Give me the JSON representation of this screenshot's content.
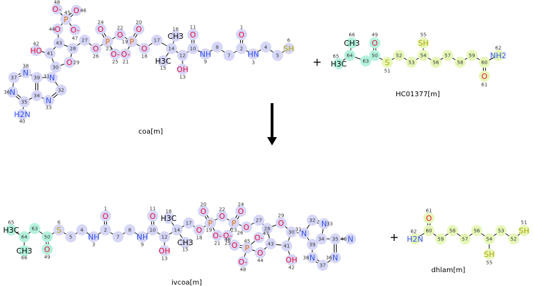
{
  "reaction": {
    "plus_symbol": "+",
    "arrow_icon": "down-arrow",
    "colors": {
      "coa_group": "#d6d6f7",
      "isovaleryl_group": "#b4f2de",
      "lipoyl_group": "#e6f7b8",
      "O": "#e8103c",
      "N": "#3050f0",
      "P": "#e07010",
      "S": "#b0a800",
      "C": "#000000",
      "bond": "#000000"
    },
    "molecules": [
      {
        "id": "coa",
        "name": "coa[m]",
        "atoms": [
          {
            "n": "1",
            "label": "O",
            "group": "coa_group"
          },
          {
            "n": "2",
            "label": "",
            "group": "coa_group"
          },
          {
            "n": "3",
            "label": "HN",
            "group": "coa_group"
          },
          {
            "n": "4",
            "label": "",
            "group": "coa_group"
          },
          {
            "n": "5",
            "label": "",
            "group": "coa_group"
          },
          {
            "n": "6",
            "label": "SH",
            "group": "coa_group"
          },
          {
            "n": "7",
            "label": "",
            "group": "coa_group"
          },
          {
            "n": "8",
            "label": "",
            "group": "coa_group"
          },
          {
            "n": "9",
            "label": "NH",
            "group": "coa_group"
          },
          {
            "n": "10",
            "label": "",
            "group": "coa_group"
          },
          {
            "n": "11",
            "label": "O",
            "group": "coa_group"
          },
          {
            "n": "12",
            "label": "",
            "group": "coa_group"
          },
          {
            "n": "13",
            "label": "OH",
            "group": "coa_group"
          },
          {
            "n": "14",
            "label": "",
            "group": "coa_group"
          },
          {
            "n": "15",
            "label": "H3C",
            "group": "coa_group"
          },
          {
            "n": "16",
            "label": "CH3",
            "group": "coa_group"
          },
          {
            "n": "17",
            "label": "",
            "group": "coa_group"
          },
          {
            "n": "18",
            "label": "O",
            "group": "coa_group"
          },
          {
            "n": "19",
            "label": "P",
            "group": "coa_group"
          },
          {
            "n": "20",
            "label": "O",
            "group": "coa_group"
          },
          {
            "n": "21",
            "label": "O-",
            "group": "coa_group"
          },
          {
            "n": "22",
            "label": "O",
            "group": "coa_group"
          },
          {
            "n": "23",
            "label": "P",
            "group": "coa_group"
          },
          {
            "n": "24",
            "label": "O",
            "group": "coa_group"
          },
          {
            "n": "25",
            "label": "O-",
            "group": "coa_group"
          },
          {
            "n": "26",
            "label": "O",
            "group": "coa_group"
          },
          {
            "n": "27",
            "label": "",
            "group": "coa_group"
          },
          {
            "n": "28",
            "label": "",
            "group": "coa_group"
          },
          {
            "n": "29",
            "label": "O",
            "group": "coa_group"
          },
          {
            "n": "30",
            "label": "",
            "group": "coa_group"
          },
          {
            "n": "31",
            "label": "N",
            "group": "coa_group"
          },
          {
            "n": "32",
            "label": "",
            "group": "coa_group"
          },
          {
            "n": "33",
            "label": "N",
            "group": "coa_group"
          },
          {
            "n": "34",
            "label": "",
            "group": "coa_group"
          },
          {
            "n": "35",
            "label": "",
            "group": "coa_group"
          },
          {
            "n": "36",
            "label": "N",
            "group": "coa_group"
          },
          {
            "n": "37",
            "label": "",
            "group": "coa_group"
          },
          {
            "n": "38",
            "label": "N",
            "group": "coa_group"
          },
          {
            "n": "39",
            "label": "",
            "group": "coa_group"
          },
          {
            "n": "40",
            "label": "H2N",
            "group": "coa_group"
          },
          {
            "n": "41",
            "label": "",
            "group": "coa_group"
          },
          {
            "n": "42",
            "label": "HO",
            "group": "coa_group"
          },
          {
            "n": "43",
            "label": "",
            "group": "coa_group"
          },
          {
            "n": "44",
            "label": "O",
            "group": "coa_group"
          },
          {
            "n": "45",
            "label": "P",
            "group": "coa_group"
          },
          {
            "n": "46",
            "label": "O",
            "group": "coa_group"
          },
          {
            "n": "47",
            "label": "O-",
            "group": "coa_group"
          },
          {
            "n": "48",
            "label": "O-",
            "group": "coa_group"
          }
        ]
      },
      {
        "id": "hc01377",
        "name": "HC01377[m]",
        "atoms": [
          {
            "n": "65",
            "label": "H3C",
            "group": "isovaleryl_group"
          },
          {
            "n": "64",
            "label": "",
            "group": "isovaleryl_group"
          },
          {
            "n": "66",
            "label": "CH3",
            "group": "isovaleryl_group"
          },
          {
            "n": "63",
            "label": "",
            "group": "isovaleryl_group"
          },
          {
            "n": "50",
            "label": "",
            "group": "isovaleryl_group"
          },
          {
            "n": "49",
            "label": "O",
            "group": "isovaleryl_group"
          },
          {
            "n": "51",
            "label": "S",
            "group": "lipoyl_group"
          },
          {
            "n": "52",
            "label": "",
            "group": "lipoyl_group"
          },
          {
            "n": "53",
            "label": "",
            "group": "lipoyl_group"
          },
          {
            "n": "54",
            "label": "",
            "group": "lipoyl_group"
          },
          {
            "n": "55",
            "label": "SH",
            "group": "lipoyl_group"
          },
          {
            "n": "56",
            "label": "",
            "group": "lipoyl_group"
          },
          {
            "n": "57",
            "label": "",
            "group": "lipoyl_group"
          },
          {
            "n": "58",
            "label": "",
            "group": "lipoyl_group"
          },
          {
            "n": "59",
            "label": "",
            "group": "lipoyl_group"
          },
          {
            "n": "60",
            "label": "",
            "group": "lipoyl_group"
          },
          {
            "n": "61",
            "label": "O",
            "group": "lipoyl_group"
          },
          {
            "n": "62",
            "label": "NH2",
            "group": "lipoyl_group"
          }
        ]
      },
      {
        "id": "ivcoa",
        "name": "ivcoa[m]",
        "atoms": [
          {
            "n": "65",
            "label": "H3C",
            "group": "isovaleryl_group"
          },
          {
            "n": "64",
            "label": "",
            "group": "isovaleryl_group"
          },
          {
            "n": "63",
            "label": "",
            "group": "isovaleryl_group"
          },
          {
            "n": "66",
            "label": "CH3",
            "group": "isovaleryl_group"
          },
          {
            "n": "50",
            "label": "",
            "group": "isovaleryl_group"
          },
          {
            "n": "49",
            "label": "O",
            "group": "isovaleryl_group"
          },
          {
            "n": "6",
            "label": "S",
            "group": "coa_group"
          },
          {
            "n": "5",
            "label": "",
            "group": "coa_group"
          },
          {
            "n": "4",
            "label": "",
            "group": "coa_group"
          },
          {
            "n": "3",
            "label": "NH",
            "group": "coa_group"
          },
          {
            "n": "2",
            "label": "",
            "group": "coa_group"
          },
          {
            "n": "1",
            "label": "O",
            "group": "coa_group"
          },
          {
            "n": "7",
            "label": "",
            "group": "coa_group"
          },
          {
            "n": "8",
            "label": "",
            "group": "coa_group"
          },
          {
            "n": "9",
            "label": "NH",
            "group": "coa_group"
          },
          {
            "n": "10",
            "label": "",
            "group": "coa_group"
          },
          {
            "n": "11",
            "label": "O",
            "group": "coa_group"
          },
          {
            "n": "12",
            "label": "",
            "group": "coa_group"
          },
          {
            "n": "13",
            "label": "OH",
            "group": "coa_group"
          },
          {
            "n": "14",
            "label": "",
            "group": "coa_group"
          },
          {
            "n": "16",
            "label": "H3C",
            "group": "coa_group"
          },
          {
            "n": "15",
            "label": "CH3",
            "group": "coa_group"
          },
          {
            "n": "17",
            "label": "",
            "group": "coa_group"
          },
          {
            "n": "18",
            "label": "O",
            "group": "coa_group"
          },
          {
            "n": "19",
            "label": "P",
            "group": "coa_group"
          },
          {
            "n": "20",
            "label": "O",
            "group": "coa_group"
          },
          {
            "n": "21",
            "label": "O-",
            "group": "coa_group"
          },
          {
            "n": "22",
            "label": "O",
            "group": "coa_group"
          },
          {
            "n": "23",
            "label": "P",
            "group": "coa_group"
          },
          {
            "n": "24",
            "label": "O",
            "group": "coa_group"
          },
          {
            "n": "25",
            "label": "O-",
            "group": "coa_group"
          },
          {
            "n": "26",
            "label": "O",
            "group": "coa_group"
          },
          {
            "n": "27",
            "label": "",
            "group": "coa_group"
          },
          {
            "n": "28",
            "label": "",
            "group": "coa_group"
          },
          {
            "n": "29",
            "label": "O",
            "group": "coa_group"
          },
          {
            "n": "30",
            "label": "",
            "group": "coa_group"
          },
          {
            "n": "41",
            "label": "",
            "group": "coa_group"
          },
          {
            "n": "43",
            "label": "",
            "group": "coa_group"
          },
          {
            "n": "42",
            "label": "OH",
            "group": "coa_group"
          },
          {
            "n": "44",
            "label": "O",
            "group": "coa_group"
          },
          {
            "n": "45",
            "label": "P",
            "group": "coa_group"
          },
          {
            "n": "46",
            "label": "O",
            "group": "coa_group"
          },
          {
            "n": "47",
            "label": "O-",
            "group": "coa_group"
          },
          {
            "n": "48",
            "label": "O-",
            "group": "coa_group"
          },
          {
            "n": "31",
            "label": "N",
            "group": "coa_group"
          },
          {
            "n": "32",
            "label": "",
            "group": "coa_group"
          },
          {
            "n": "33",
            "label": "N",
            "group": "coa_group"
          },
          {
            "n": "34",
            "label": "",
            "group": "coa_group"
          },
          {
            "n": "39",
            "label": "",
            "group": "coa_group"
          },
          {
            "n": "35",
            "label": "",
            "group": "coa_group"
          },
          {
            "n": "36",
            "label": "N",
            "group": "coa_group"
          },
          {
            "n": "37",
            "label": "",
            "group": "coa_group"
          },
          {
            "n": "38",
            "label": "N",
            "group": "coa_group"
          },
          {
            "n": "40",
            "label": "N",
            "group": "coa_group"
          }
        ]
      },
      {
        "id": "dhlam",
        "name": "dhlam[m]",
        "atoms": [
          {
            "n": "61",
            "label": "O",
            "group": "lipoyl_group"
          },
          {
            "n": "60",
            "label": "",
            "group": "lipoyl_group"
          },
          {
            "n": "62",
            "label": "H2N",
            "group": "lipoyl_group"
          },
          {
            "n": "59",
            "label": "",
            "group": "lipoyl_group"
          },
          {
            "n": "58",
            "label": "",
            "group": "lipoyl_group"
          },
          {
            "n": "57",
            "label": "",
            "group": "lipoyl_group"
          },
          {
            "n": "56",
            "label": "",
            "group": "lipoyl_group"
          },
          {
            "n": "54",
            "label": "",
            "group": "lipoyl_group"
          },
          {
            "n": "55",
            "label": "SH",
            "group": "lipoyl_group"
          },
          {
            "n": "53",
            "label": "",
            "group": "lipoyl_group"
          },
          {
            "n": "52",
            "label": "",
            "group": "lipoyl_group"
          },
          {
            "n": "51",
            "label": "SH",
            "group": "lipoyl_group"
          }
        ]
      }
    ]
  }
}
